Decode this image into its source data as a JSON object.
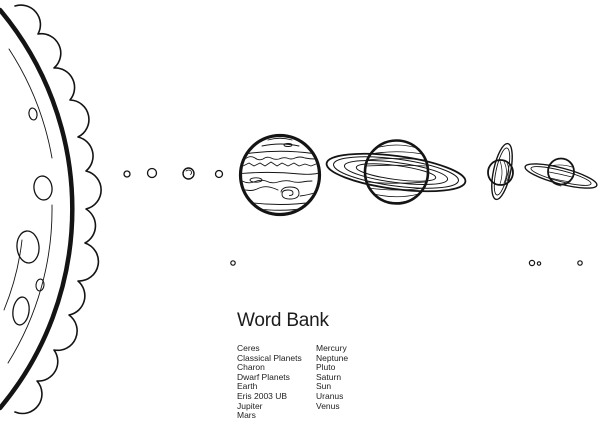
{
  "illustration": {
    "background_color": "#ffffff",
    "line_color": "#141414",
    "objects": [
      "sun",
      "mercury",
      "venus",
      "earth",
      "mars",
      "jupiter",
      "saturn",
      "uranus",
      "neptune",
      "ceres",
      "pluto",
      "charon",
      "eris"
    ]
  },
  "word_bank": {
    "title": "Word Bank",
    "columns": [
      [
        "Ceres",
        "Classical Planets",
        "Charon",
        "Dwarf Planets",
        "Earth",
        "Eris  2003 UB",
        "Jupiter",
        "Mars"
      ],
      [
        "Mercury",
        "Neptune",
        "Pluto",
        "Saturn",
        "Sun",
        "Uranus",
        "Venus"
      ]
    ]
  }
}
